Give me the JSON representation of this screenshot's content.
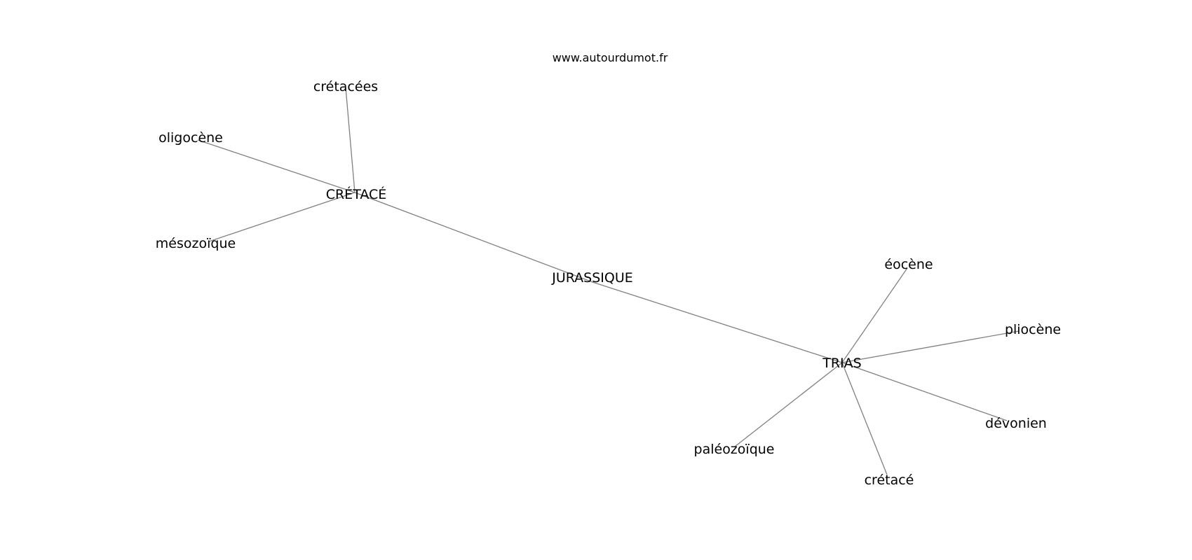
{
  "site": "www.autourdumot.fr",
  "nodes": [
    {
      "id": "jurassique",
      "label": "JURASSIQUE"
    },
    {
      "id": "cretace_main",
      "label": "CRÉTACÉ"
    },
    {
      "id": "trias",
      "label": "TRIAS"
    },
    {
      "id": "cretacees",
      "label": "crétacées"
    },
    {
      "id": "oligocene",
      "label": "oligocène"
    },
    {
      "id": "mesozoique",
      "label": "mésozoïque"
    },
    {
      "id": "eocene",
      "label": "éocène"
    },
    {
      "id": "pliocene",
      "label": "pliocène"
    },
    {
      "id": "devonien",
      "label": "dévonien"
    },
    {
      "id": "cretace",
      "label": "crétacé"
    },
    {
      "id": "paleozoique",
      "label": "paléozoïque"
    }
  ],
  "edges": [
    {
      "from": "cretace_main",
      "to": "jurassique"
    },
    {
      "from": "jurassique",
      "to": "trias"
    },
    {
      "from": "cretace_main",
      "to": "cretacees"
    },
    {
      "from": "cretace_main",
      "to": "oligocene"
    },
    {
      "from": "cretace_main",
      "to": "mesozoique"
    },
    {
      "from": "trias",
      "to": "eocene"
    },
    {
      "from": "trias",
      "to": "pliocene"
    },
    {
      "from": "trias",
      "to": "devonien"
    },
    {
      "from": "trias",
      "to": "cretace"
    },
    {
      "from": "trias",
      "to": "paleozoique"
    }
  ],
  "colors": {
    "edge": "#808080",
    "text": "#000000",
    "background": "#ffffff"
  }
}
